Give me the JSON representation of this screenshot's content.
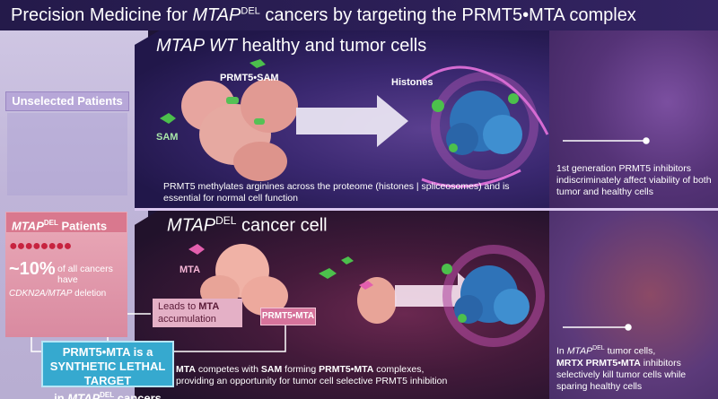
{
  "title": {
    "prefix": "Precision Medicine for ",
    "gene": "MTAP",
    "sup": "DEL",
    "suffix": " cancers by targeting the PRMT5•MTA complex"
  },
  "top_section": {
    "heading_gene": "MTAP WT",
    "heading_rest": " healthy and tumor cells",
    "label_prmt5_sam": "PRMT5•SAM",
    "label_sam": "SAM",
    "label_histones": "Histones",
    "caption": "PRMT5 methylates arginines across the proteome (histones | spliceosomes) and is essential for normal cell function"
  },
  "bottom_section": {
    "heading_gene": "MTAP",
    "heading_sup": "DEL",
    "heading_rest": " cancer cell",
    "label_mta": "MTA",
    "leads_to": "Leads to ",
    "mta_word": "MTA",
    "accumulation": "accumulation",
    "prmt5_mta": "PRMT5•MTA",
    "caption_mta": "MTA",
    "caption_1": " competes with ",
    "caption_sam": "SAM",
    "caption_2": " forming ",
    "caption_complex": "PRMT5•MTA",
    "caption_3": " complexes,",
    "caption_line2": "providing an opportunity for tumor cell selective PRMT5 inhibition"
  },
  "left": {
    "unselected": "Unselected Patients",
    "mtap_gene": "MTAP",
    "mtap_sup": "DEL",
    "mtap_rest": " Patients",
    "pct": "~10%",
    "pct_rest": "of all cancers have",
    "cdkn": "CDKN2A/MTAP",
    "cdkn_rest": " deletion",
    "synth_l1": "PRMT5•MTA is a",
    "synth_l2": "SYNTHETIC LETHAL TARGET",
    "synth_l3_pre": "in ",
    "synth_l3_gene": "MTAP",
    "synth_l3_sup": "DEL",
    "synth_l3_post": " cancers"
  },
  "right": {
    "top_caption": "1st generation PRMT5 inhibitors indiscriminately affect viability of both tumor and healthy cells",
    "bot_l1_pre": "In ",
    "bot_l1_gene": "MTAP",
    "bot_l1_sup": "DEL",
    "bot_l1_post": " tumor cells,",
    "bot_l2": "MRTX PRMT5•MTA",
    "bot_l2_post": " inhibitors",
    "bot_l3": "selectively kill tumor cells while sparing healthy cells"
  },
  "colors": {
    "title_bg": "#2c1f57",
    "pink_box": "#d9788e",
    "synthetic_box": "#36a9cf",
    "accent_green": "#4cc04c"
  }
}
